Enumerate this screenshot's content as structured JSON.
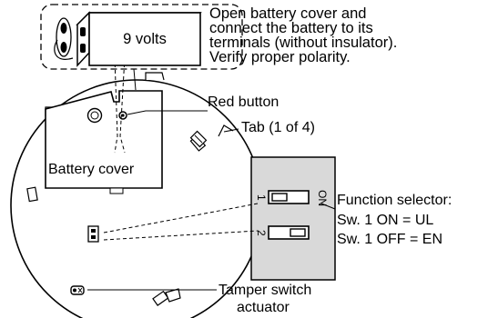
{
  "battery": {
    "label": "9 volts"
  },
  "instructions": {
    "line1": "Open battery cover and",
    "line2": "connect the battery to its",
    "line3": "terminals (without insulator).",
    "line4": "Verify proper polarity."
  },
  "labels": {
    "red_button": "Red button",
    "tab": "Tab (1 of 4)",
    "battery_cover": "Battery cover",
    "function_selector": "Function selector:",
    "sw1_on": "Sw. 1 ON = UL",
    "sw1_off": "Sw. 1 OFF = EN",
    "tamper_line1": "Tamper switch",
    "tamper_line2": "actuator"
  },
  "switch_panel": {
    "on_label": "ON",
    "switch1_number": "1",
    "switch2_number": "2",
    "background_color": "#d9d9d9"
  }
}
